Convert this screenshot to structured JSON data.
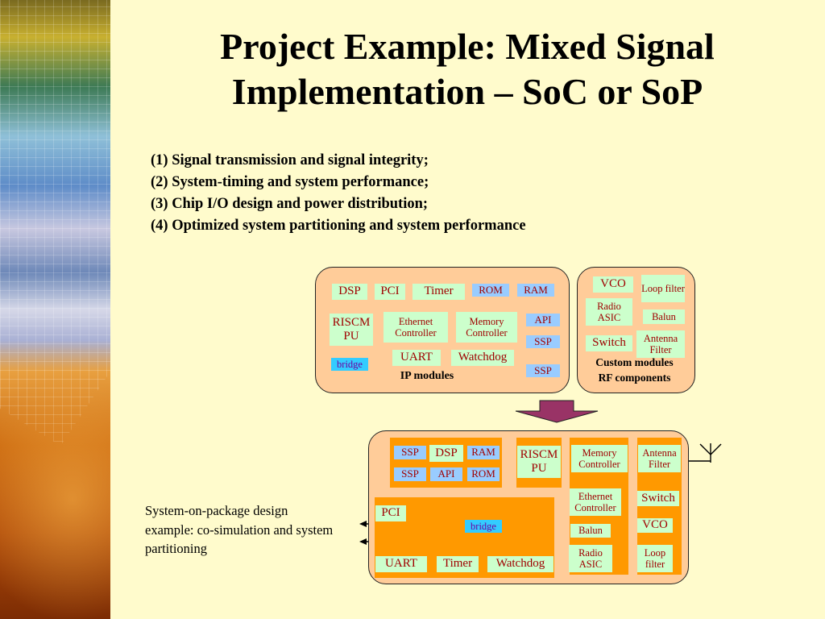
{
  "title": {
    "line1": "Project Example: Mixed Signal",
    "line2": "Implementation – SoC or SoP"
  },
  "bullets": [
    "(1) Signal transmission and signal integrity;",
    "(2) System-timing and system performance;",
    "(3) Chip I/O design and power distribution;",
    "(4) Optimized system partitioning and system performance"
  ],
  "ip_panel": {
    "label": "IP modules",
    "dsp": "DSP",
    "pci": "PCI",
    "timer": "Timer",
    "rom": "ROM",
    "ram": "RAM",
    "riscmpu": "RISCM PU",
    "ethernet": "Ethernet Controller",
    "memory": "Memory Controller",
    "api": "API",
    "ssp1": "SSP",
    "bridge": "bridge",
    "uart": "UART",
    "watchdog": "Watchdog",
    "ssp2": "SSP"
  },
  "rf_panel": {
    "label1": "Custom modules",
    "label2": "RF components",
    "vco": "VCO",
    "loop": "Loop filter",
    "radio": "Radio ASIC",
    "balun": "Balun",
    "switch": "Switch",
    "antenna": "Antenna Filter"
  },
  "sop_panel": {
    "ssp1": "SSP",
    "dsp": "DSP",
    "ram": "RAM",
    "ssp2": "SSP",
    "api": "API",
    "rom": "ROM",
    "riscmpu": "RISCM PU",
    "memory": "Memory Controller",
    "antenna": "Antenna Filter",
    "ethernet": "Ethernet Controller",
    "switch": "Switch",
    "pci": "PCI",
    "bridge": "bridge",
    "balun": "Balun",
    "vco": "VCO",
    "radio": "Radio ASIC",
    "loop": "Loop filter",
    "uart": "UART",
    "timer": "Timer",
    "watchdog": "Watchdog"
  },
  "caption": "System-on-package design example: co-simulation and system partitioning",
  "colors": {
    "background": "#FFFBCC",
    "panel": "#FFCC99",
    "module": "#CCFFCC",
    "memory_block": "#99CCFF",
    "bridge": "#33CCFF",
    "bus": "#FF9900",
    "arrow": "#993366",
    "module_text": "#A00000"
  }
}
